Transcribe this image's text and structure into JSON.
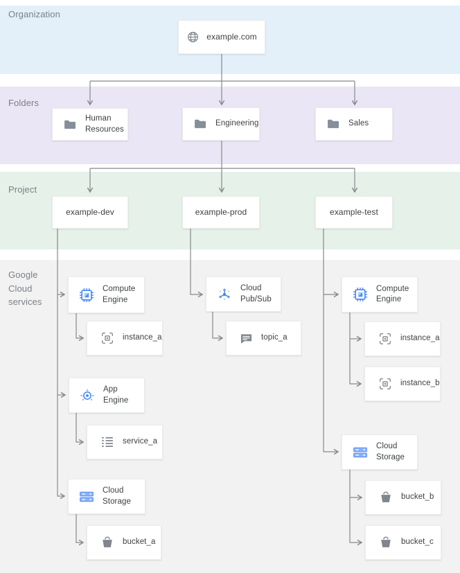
{
  "bands": {
    "organization": {
      "label": "Organization",
      "color": "#e3f0f9"
    },
    "folders": {
      "label": "Folders",
      "color": "#ebe6f5"
    },
    "project": {
      "label": "Project",
      "color": "#e6f1e9"
    },
    "services": {
      "label": "Google\nCloud\nservices",
      "color": "#f2f2f2"
    }
  },
  "nodes": {
    "org_domain": {
      "label": "example.com",
      "icon": "globe-icon"
    },
    "folder_hr": {
      "label": "Human\nResources",
      "icon": "folder-icon"
    },
    "folder_engineering": {
      "label": "Engineering",
      "icon": "folder-icon"
    },
    "folder_sales": {
      "label": "Sales",
      "icon": "folder-icon"
    },
    "project_dev": {
      "label": "example-dev"
    },
    "project_prod": {
      "label": "example-prod"
    },
    "project_test": {
      "label": "example-test"
    },
    "dev_compute_engine": {
      "label": "Compute\nEngine",
      "icon": "compute-engine-icon"
    },
    "dev_instance_a": {
      "label": "instance_a",
      "icon": "vm-instance-icon"
    },
    "dev_app_engine": {
      "label": "App\nEngine",
      "icon": "app-engine-icon"
    },
    "dev_service_a": {
      "label": "service_a",
      "icon": "service-list-icon"
    },
    "dev_cloud_storage": {
      "label": "Cloud\nStorage",
      "icon": "cloud-storage-icon"
    },
    "dev_bucket_a": {
      "label": "bucket_a",
      "icon": "bucket-icon"
    },
    "prod_pubsub": {
      "label": "Cloud\nPub/Sub",
      "icon": "pubsub-icon"
    },
    "prod_topic_a": {
      "label": "topic_a",
      "icon": "topic-icon"
    },
    "test_compute_engine": {
      "label": "Compute\nEngine",
      "icon": "compute-engine-icon"
    },
    "test_instance_a": {
      "label": "instance_a",
      "icon": "vm-instance-icon"
    },
    "test_instance_b": {
      "label": "instance_b",
      "icon": "vm-instance-icon"
    },
    "test_cloud_storage": {
      "label": "Cloud\nStorage",
      "icon": "cloud-storage-icon"
    },
    "test_bucket_b": {
      "label": "bucket_b",
      "icon": "bucket-icon"
    },
    "test_bucket_c": {
      "label": "bucket_c",
      "icon": "bucket-icon"
    }
  },
  "colors": {
    "connector": "#85888c",
    "card_background": "#ffffff",
    "card_border": "#ececec",
    "node_text": "#3c4043",
    "band_label_text": "#7b8087",
    "accent_blue": "#4285f4",
    "accent_blue_light": "#aecbfa",
    "icon_gray": "#80868b"
  }
}
